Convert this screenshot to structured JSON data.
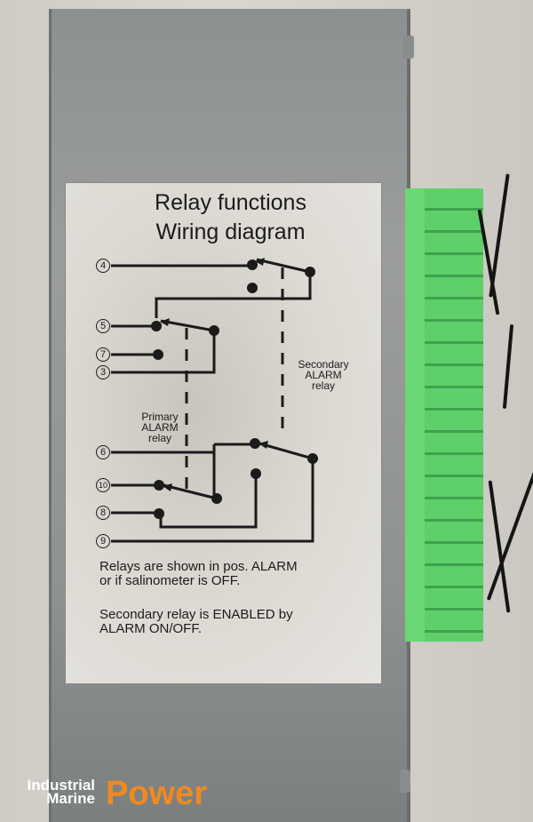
{
  "label": {
    "title_line1": "Relay functions",
    "title_line2": "Wiring diagram",
    "terminals": [
      "4",
      "5",
      "7",
      "3",
      "6",
      "10",
      "8",
      "9"
    ],
    "secondary_relay": [
      "Secondary",
      "ALARM",
      "relay"
    ],
    "primary_relay": [
      "Primary",
      "ALARM",
      "relay"
    ],
    "note1_line1": "Relays are shown in pos. ALARM",
    "note1_line2": "or if salinometer is OFF.",
    "note2_line1": "Secondary relay is ENABLED by",
    "note2_line2": "ALARM ON/OFF."
  },
  "watermark": {
    "line1": "Industrial",
    "line2": "Marine",
    "word": "Power"
  },
  "colors": {
    "connector": "#5fcf6a",
    "logo_orange": "#f08a1e"
  }
}
